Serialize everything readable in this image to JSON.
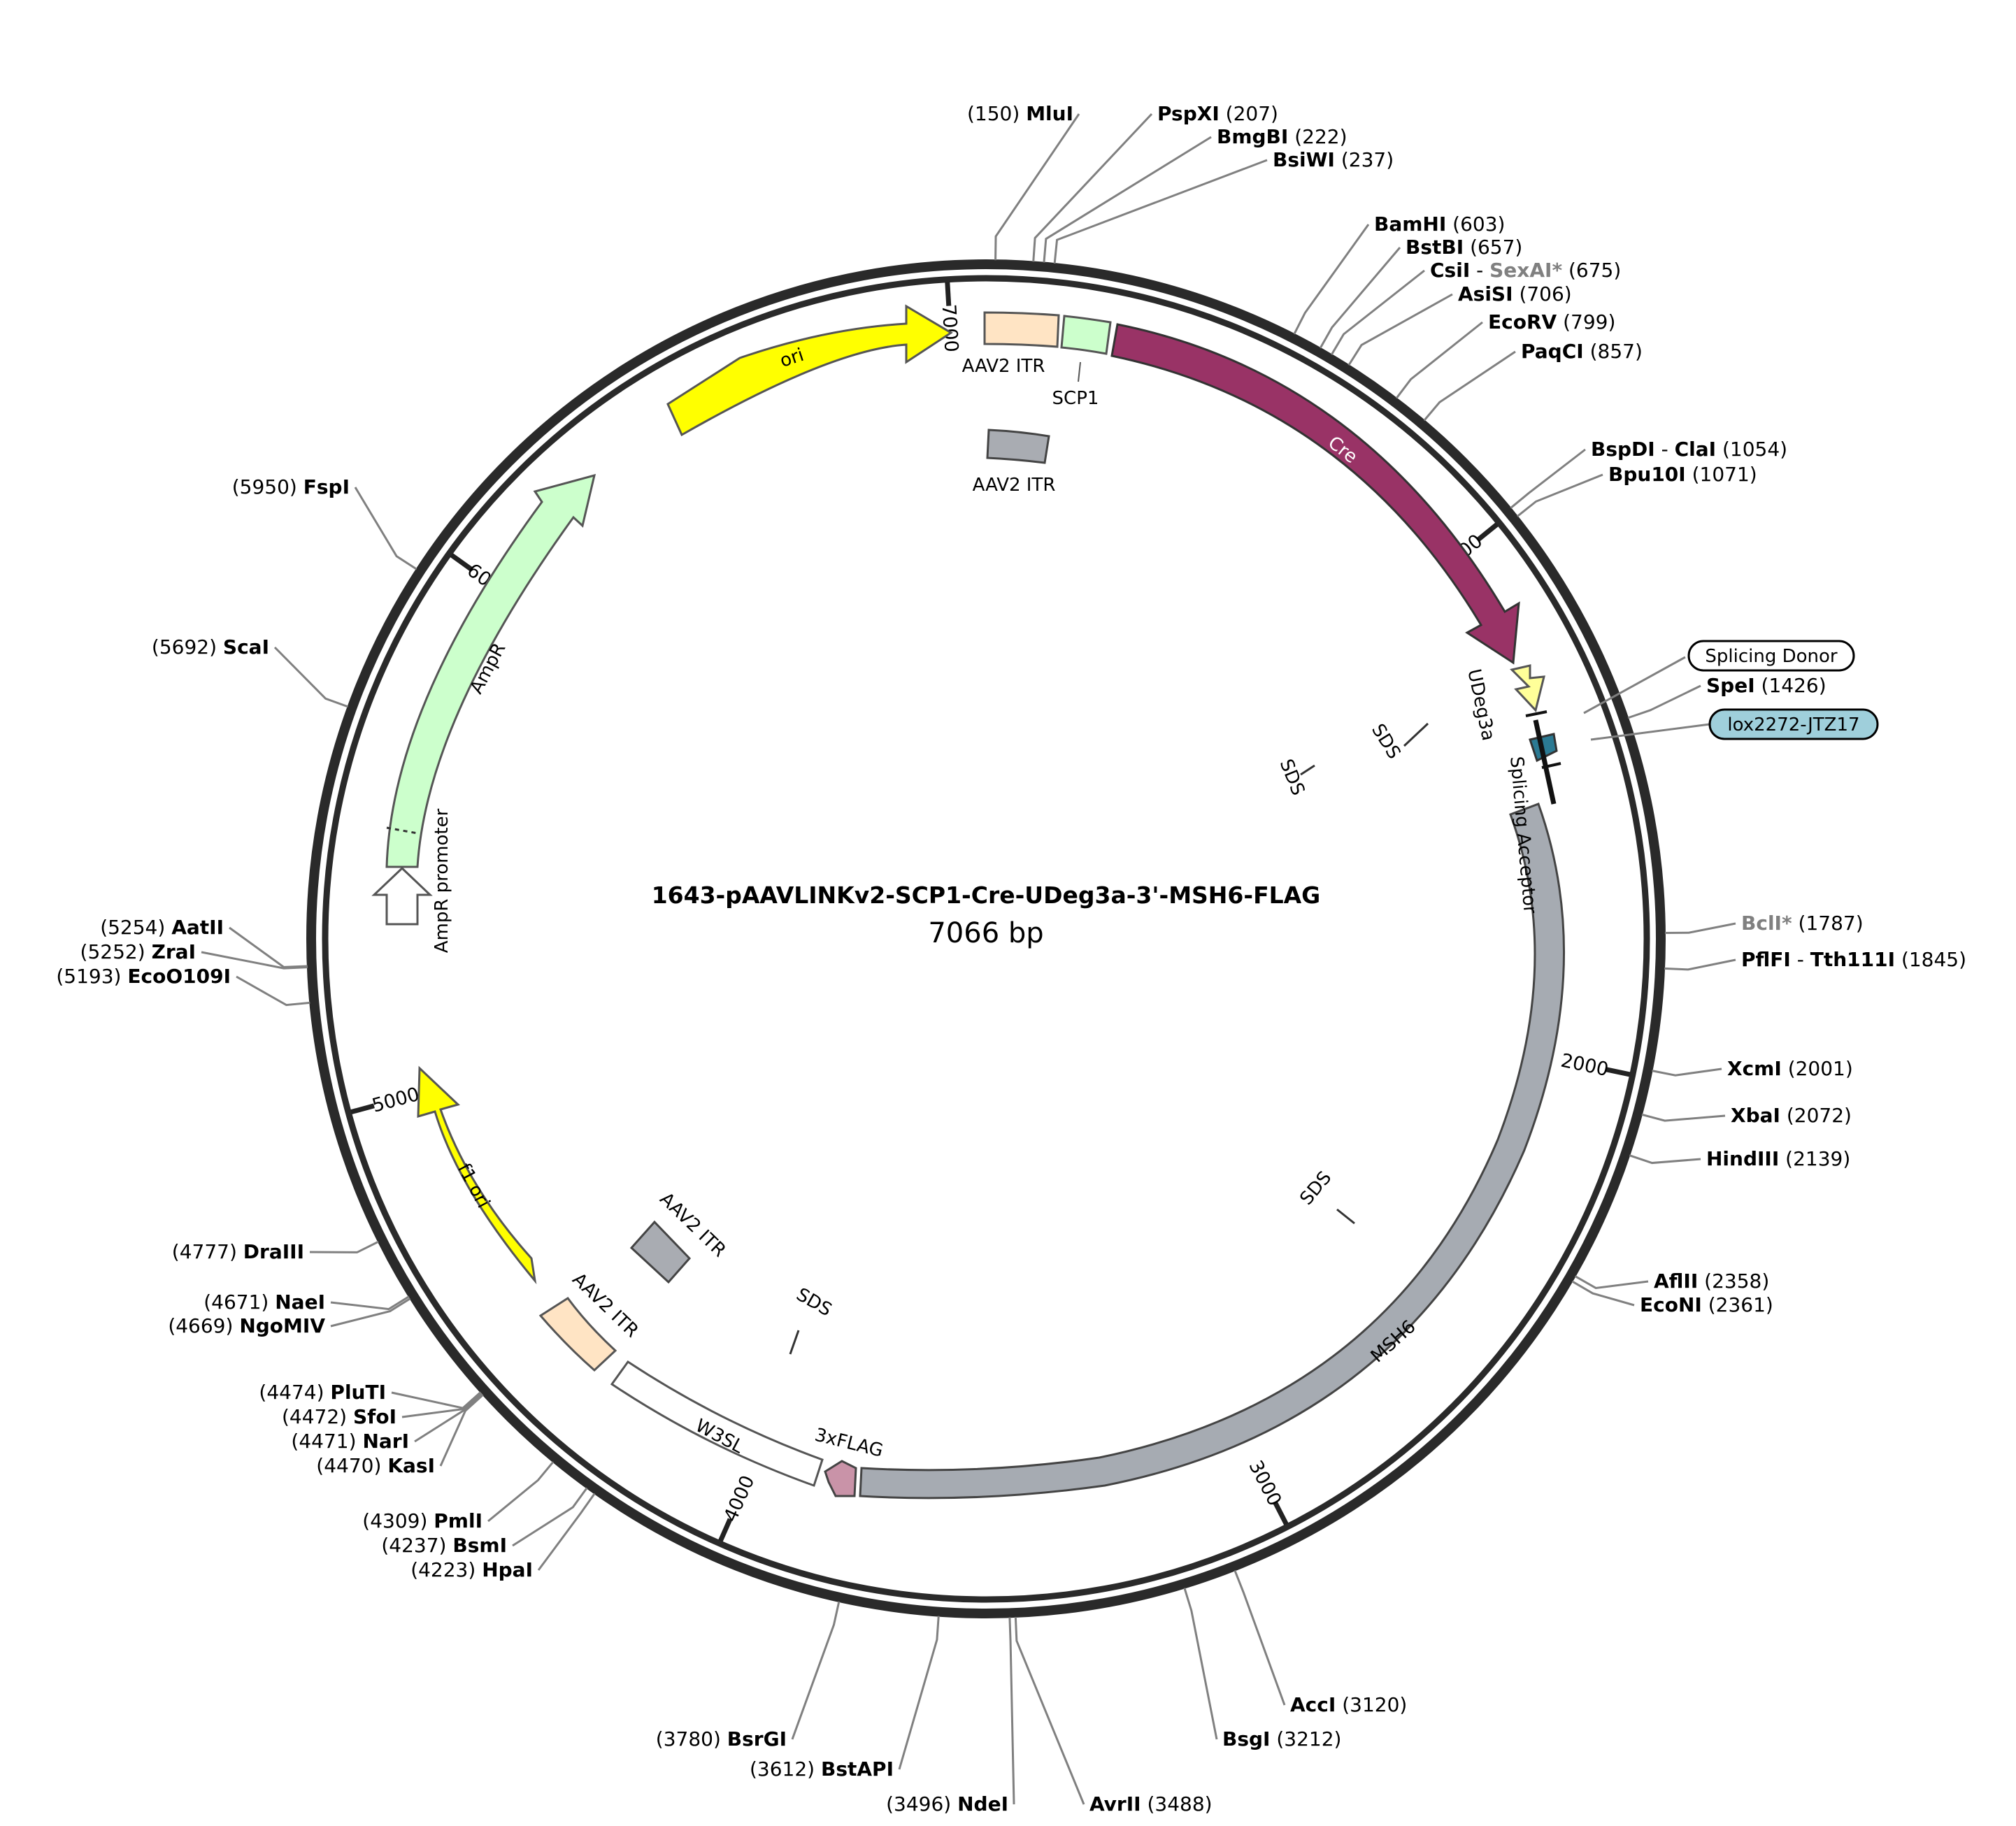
{
  "plasmid": {
    "name": "1643-pAAVLINKv2-SCP1-Cre-UDeg3a-3'-MSH6-FLAG",
    "size_label": "7066 bp",
    "length": 7066
  },
  "ticks": [
    {
      "pos": 1000,
      "label": "1000"
    },
    {
      "pos": 2000,
      "label": "2000"
    },
    {
      "pos": 3000,
      "label": "3000"
    },
    {
      "pos": 4000,
      "label": "4000"
    },
    {
      "pos": 5000,
      "label": "5000"
    },
    {
      "pos": 6000,
      "label": "6000"
    },
    {
      "pos": 7000,
      "label": "7000"
    }
  ],
  "sites": [
    {
      "name": "MluI",
      "pos": "150",
      "deg": 0.8
    },
    {
      "name": "PspXI",
      "pos": "207",
      "deg": 4.0
    },
    {
      "name": "BmgBI",
      "pos": "222",
      "deg": 4.9
    },
    {
      "name": "BsiWI",
      "pos": "237",
      "deg": 5.8
    },
    {
      "name": "BamHI",
      "pos": "603",
      "deg": 27.0
    },
    {
      "name": "BstBI",
      "pos": "657",
      "deg": 29.5
    },
    {
      "name": "CsiI",
      "name2": "SexAI*",
      "pos": "675",
      "deg": 30.6
    },
    {
      "name": "AsiSI",
      "pos": "706",
      "deg": 32.3
    },
    {
      "name": "EcoRV",
      "pos": "799",
      "deg": 37.2
    },
    {
      "name": "PaqCI",
      "pos": "857",
      "deg": 40.2
    },
    {
      "name": "BspDI",
      "name2": "ClaI",
      "pos": "1054",
      "deg": 50.6
    },
    {
      "name": "Bpu10I",
      "pos": "1071",
      "deg": 51.5
    },
    {
      "name": "SpeI",
      "pos": "1426",
      "deg": 71.0
    },
    {
      "name": "BclI*",
      "pos": "1787",
      "deg": 89.5,
      "grey": true
    },
    {
      "name": "PflFI",
      "name2": "Tth111I",
      "pos": "1845",
      "deg": 92.5
    },
    {
      "name": "XcmI",
      "pos": "2001",
      "deg": 101.2
    },
    {
      "name": "XbaI",
      "pos": "2072",
      "deg": 105.0
    },
    {
      "name": "HindIII",
      "pos": "2139",
      "deg": 108.6
    },
    {
      "name": "AflII",
      "pos": "2358",
      "deg": 119.8
    },
    {
      "name": "EcoNI",
      "pos": "2361",
      "deg": 120.3
    },
    {
      "name": "AccI",
      "pos": "3120",
      "deg": 158.5
    },
    {
      "name": "BsgI",
      "pos": "3212",
      "deg": 163.0
    },
    {
      "name": "AvrII",
      "pos": "3488",
      "deg": 177.5
    },
    {
      "name": "NdeI",
      "pos": "3496",
      "deg": 178.0
    },
    {
      "name": "BstAPI",
      "pos": "3612",
      "deg": 184.0
    },
    {
      "name": "BsrGI",
      "pos": "3780",
      "deg": 192.5
    },
    {
      "name": "HpaI",
      "pos": "4223",
      "deg": 215.2
    },
    {
      "name": "BsmI",
      "pos": "4237",
      "deg": 216.0
    },
    {
      "name": "PmlI",
      "pos": "4309",
      "deg": 219.6
    },
    {
      "name": "KasI",
      "pos": "4470",
      "deg": 227.8
    },
    {
      "name": "NarI",
      "pos": "4471",
      "deg": 227.9
    },
    {
      "name": "SfoI",
      "pos": "4472",
      "deg": 228.0
    },
    {
      "name": "PluTI",
      "pos": "4474",
      "deg": 228.1
    },
    {
      "name": "NgoMIV",
      "pos": "4669",
      "deg": 238.0
    },
    {
      "name": "NaeI",
      "pos": "4671",
      "deg": 238.2
    },
    {
      "name": "DraIII",
      "pos": "4777",
      "deg": 243.5
    },
    {
      "name": "EcoO109I",
      "pos": "5193",
      "deg": 264.6
    },
    {
      "name": "ZraI",
      "pos": "5252",
      "deg": 267.6
    },
    {
      "name": "AatII",
      "pos": "5254",
      "deg": 267.7
    },
    {
      "name": "ScaI",
      "pos": "5692",
      "deg": 290.0
    },
    {
      "name": "FspI",
      "pos": "5950",
      "deg": 303.0
    }
  ],
  "features": {
    "ori": "ori",
    "aav2_itr": "AAV2 ITR",
    "scp1": "SCP1",
    "cre": "Cre",
    "udeg3a": "UDeg3a",
    "splicing_acceptor": "Splicing Acceptor",
    "splicing_donor": "Splicing Donor",
    "lox": "lox2272-JTZ17",
    "msh6": "MSH6",
    "flag": "3xFLAG",
    "w3sl": "W3SL",
    "f1ori": "f1 ori",
    "ampr": "AmpR",
    "ampr_promoter": "AmpR promoter",
    "sds": "SDS"
  },
  "colors": {
    "ori": "#ffff00",
    "itr": "#ffe4c4",
    "itr_grey": "#a9acb2",
    "scp1": "#ccffcc",
    "cre": "#993366",
    "udeg3a": "#ffff99",
    "lox": "#2b7a93",
    "lox_label_bg": "#9fcfdb",
    "msh6": "#a6abb2",
    "flag": "#c993a8",
    "ampr": "#ccffcc"
  }
}
